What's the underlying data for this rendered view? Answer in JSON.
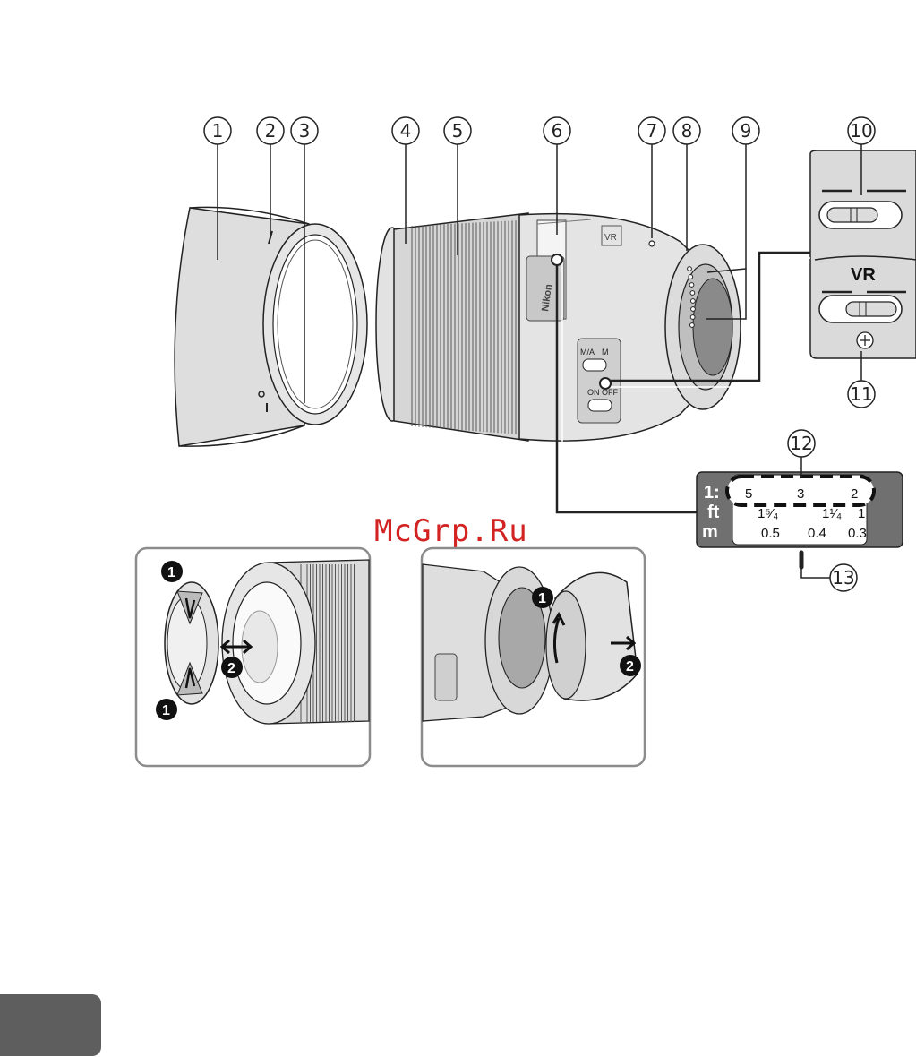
{
  "callouts": [
    "1",
    "2",
    "3",
    "4",
    "5",
    "6",
    "7",
    "8",
    "9",
    "10",
    "11",
    "12",
    "13"
  ],
  "vr_switch": {
    "label": "VR"
  },
  "scale": {
    "ratio_label": "1:",
    "ft_label": "ft",
    "m_label": "m",
    "ratio_values": [
      "5",
      "3",
      "2"
    ],
    "ft_values": [
      "1⁵⁄₄",
      "1¹⁄₄",
      "1"
    ],
    "m_values": [
      "0.5",
      "0.4",
      "0.3"
    ]
  },
  "watermark": "McGrp.Ru",
  "steps": {
    "front": [
      "1",
      "2",
      "1"
    ],
    "rear": [
      "1",
      "2"
    ]
  },
  "lens_text": {
    "brand": "Nikon",
    "vr_badge": "VR",
    "focus_mode": [
      "M/A",
      "M"
    ],
    "vr_mode": [
      "ON",
      "OFF"
    ]
  },
  "colors": {
    "line": "#222222",
    "lens_grey": "#d9d9d9",
    "scale_box": "#707070",
    "tab": "#5e5e5e",
    "watermark": "#d32222"
  }
}
